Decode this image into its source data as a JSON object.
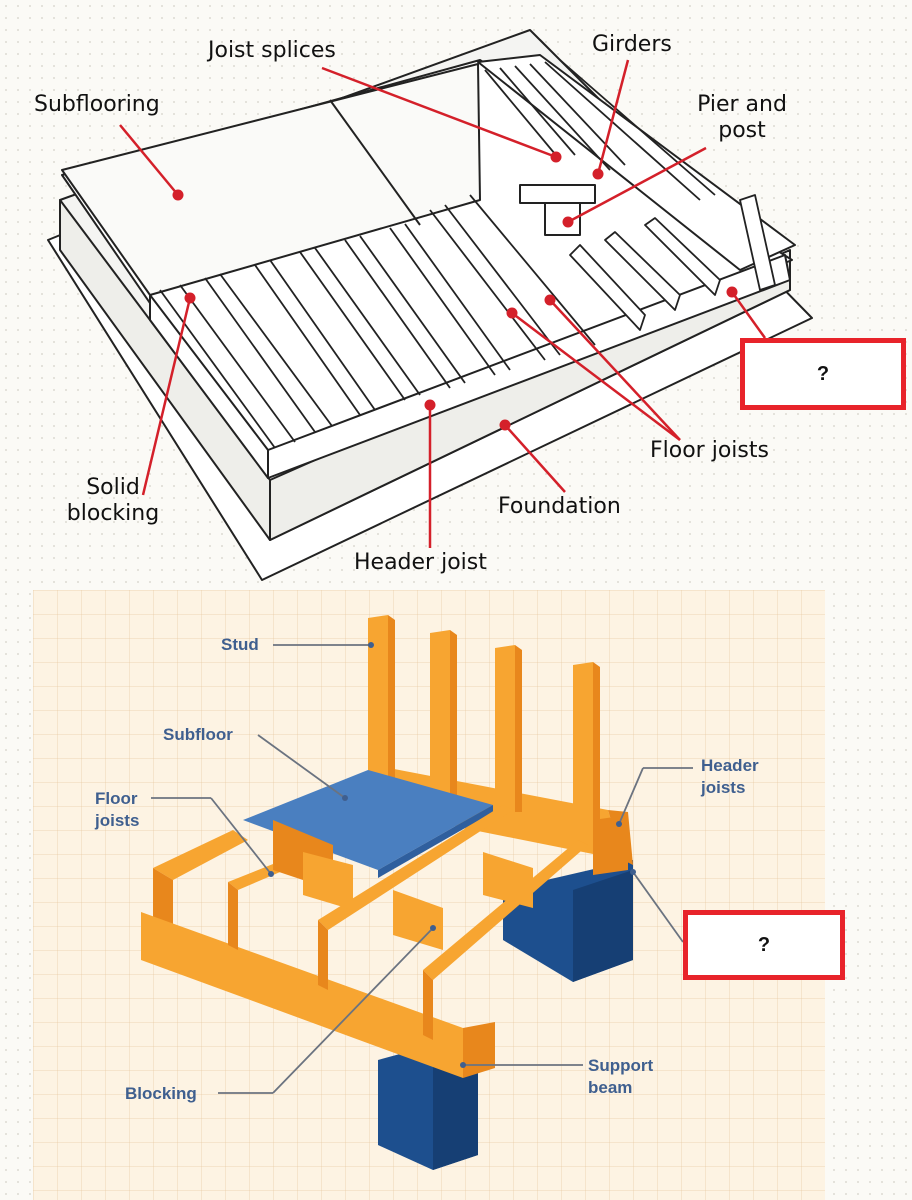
{
  "top_diagram": {
    "labels": {
      "joist_splices": "Joist splices",
      "girders": "Girders",
      "subflooring": "Subflooring",
      "pier_and_post_line1": "Pier and",
      "pier_and_post_line2": "post",
      "solid_blocking_line1": "Solid",
      "solid_blocking_line2": "blocking",
      "floor_joists": "Floor joists",
      "foundation": "Foundation",
      "header_joist": "Header joist"
    },
    "question_box": "?",
    "callout_color": "#d4202a"
  },
  "bottom_diagram": {
    "labels": {
      "stud": "Stud",
      "subfloor": "Subfloor",
      "floor_joists_line1": "Floor",
      "floor_joists_line2": "joists",
      "header_joists_line1": "Header",
      "header_joists_line2": "joists",
      "support_beam_line1": "Support",
      "support_beam_line2": "beam",
      "blocking": "Blocking"
    },
    "question_box": "?",
    "colors": {
      "lumber": "#f7a531",
      "lumber_dark": "#e8871c",
      "subfloor": "#4a7fc0",
      "pier": "#1d4f8e",
      "label": "#3f5f8f"
    }
  }
}
